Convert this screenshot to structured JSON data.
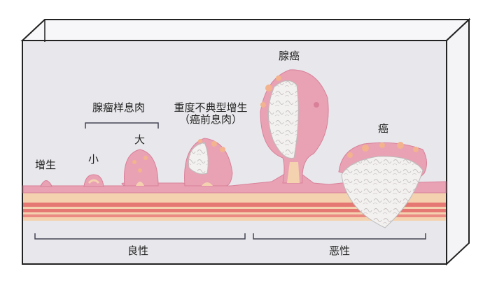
{
  "labels": {
    "hyperplasia": "增生",
    "adenomatous_polyp": "腺瘤样息肉",
    "small": "小",
    "large": "大",
    "dysplasia_line1": "重度不典型增生",
    "dysplasia_line2": "（癌前息肉）",
    "adenocarcinoma": "腺癌",
    "cancer": "癌",
    "benign": "良性",
    "malignant": "恶性"
  },
  "colors": {
    "box_fill": "#e8e8ec",
    "outline": "#222222",
    "mucosa_pink": "#e8a2b4",
    "mucosa_dark": "#d98099",
    "stroma_tan": "#f4d2b0",
    "muscle_red": "#e57873",
    "tumor_white": "#f3f1ef",
    "tumor_orange": "#f2b38e",
    "bracket": "#445"
  }
}
